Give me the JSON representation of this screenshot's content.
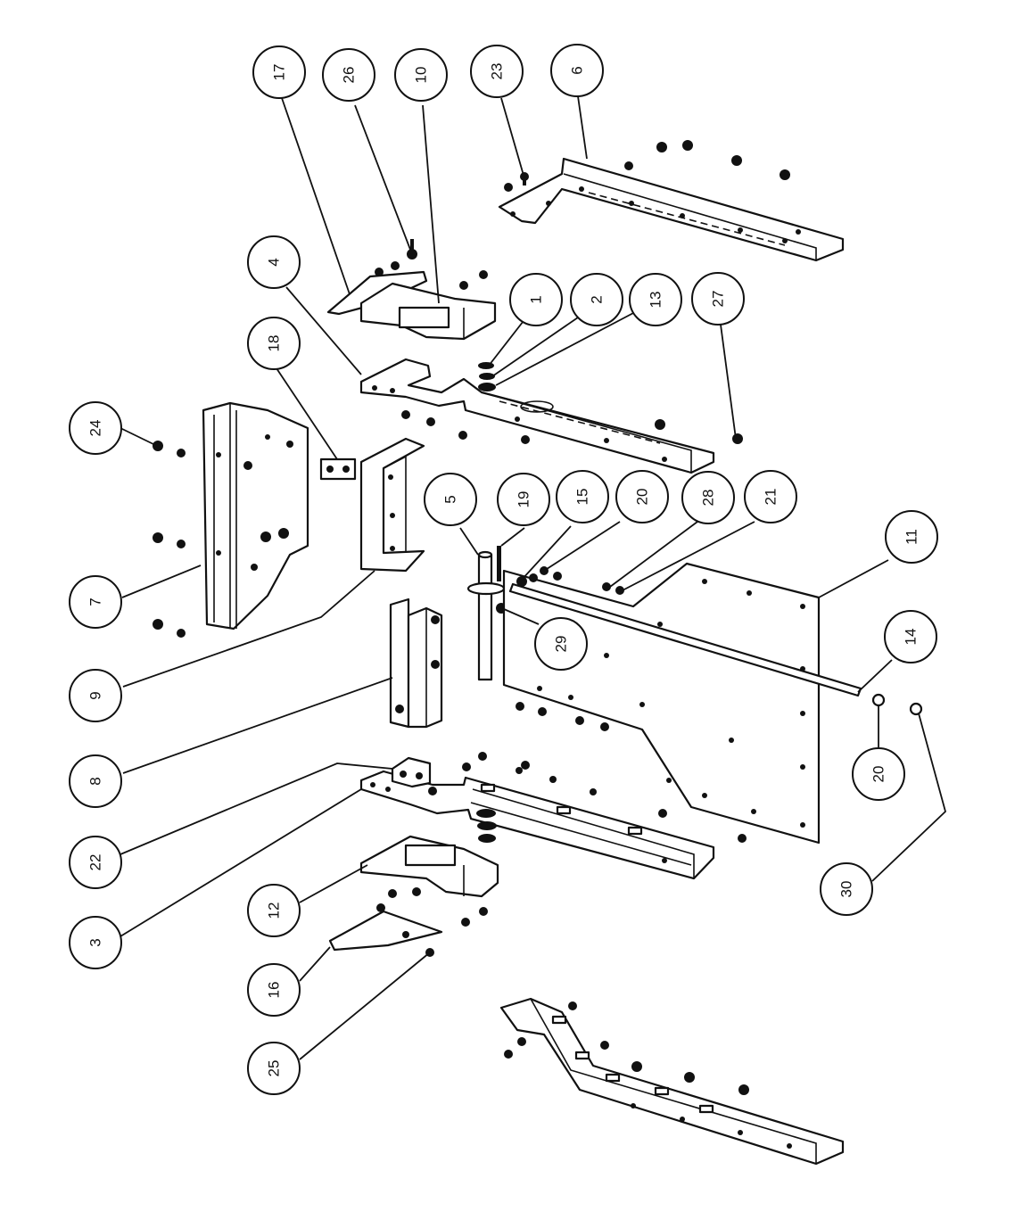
{
  "callouts": {
    "c1": "1",
    "c2": "2",
    "c3": "3",
    "c4": "4",
    "c5": "5",
    "c6": "6",
    "c7": "7",
    "c8": "8",
    "c9": "9",
    "c10": "10",
    "c11": "11",
    "c12": "12",
    "c13": "13",
    "c14": "14",
    "c15": "15",
    "c16": "16",
    "c17": "17",
    "c18": "18",
    "c19": "19",
    "c20a": "20",
    "c20b": "20",
    "c21": "21",
    "c22": "22",
    "c23": "23",
    "c24": "24",
    "c25": "25",
    "c26": "26",
    "c27": "27",
    "c28": "28",
    "c29": "29",
    "c30": "30"
  }
}
